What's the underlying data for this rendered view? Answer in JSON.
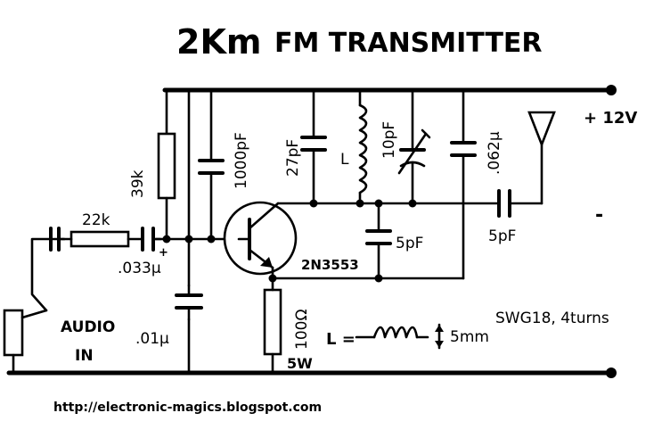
{
  "title": {
    "main": "2Km",
    "rest": "FM TRANSMITTER"
  },
  "components": {
    "r_bias": "39k",
    "c_bypass": "1000pF",
    "c_tank_a": "27pF",
    "inductor": "L",
    "c_trim": "10pF",
    "c_tank_b": ".062μ",
    "supply_pos": "+ 12V",
    "supply_neg": "-",
    "r_input": "22k",
    "c_input": ".033μ",
    "c_feedback": "5pF",
    "c_antenna": "5pF",
    "transistor": "2N3553",
    "c_base": ".01μ",
    "r_emitter": "100Ω",
    "r_emitter_power": "5W",
    "audio_in_1": "AUDIO",
    "audio_in_2": "IN",
    "coil_spec": "SWG18, 4turns",
    "coil_label": "L =",
    "coil_diameter": "5mm"
  },
  "footer": {
    "url": "http://electronic-magics.blogspot.com"
  }
}
